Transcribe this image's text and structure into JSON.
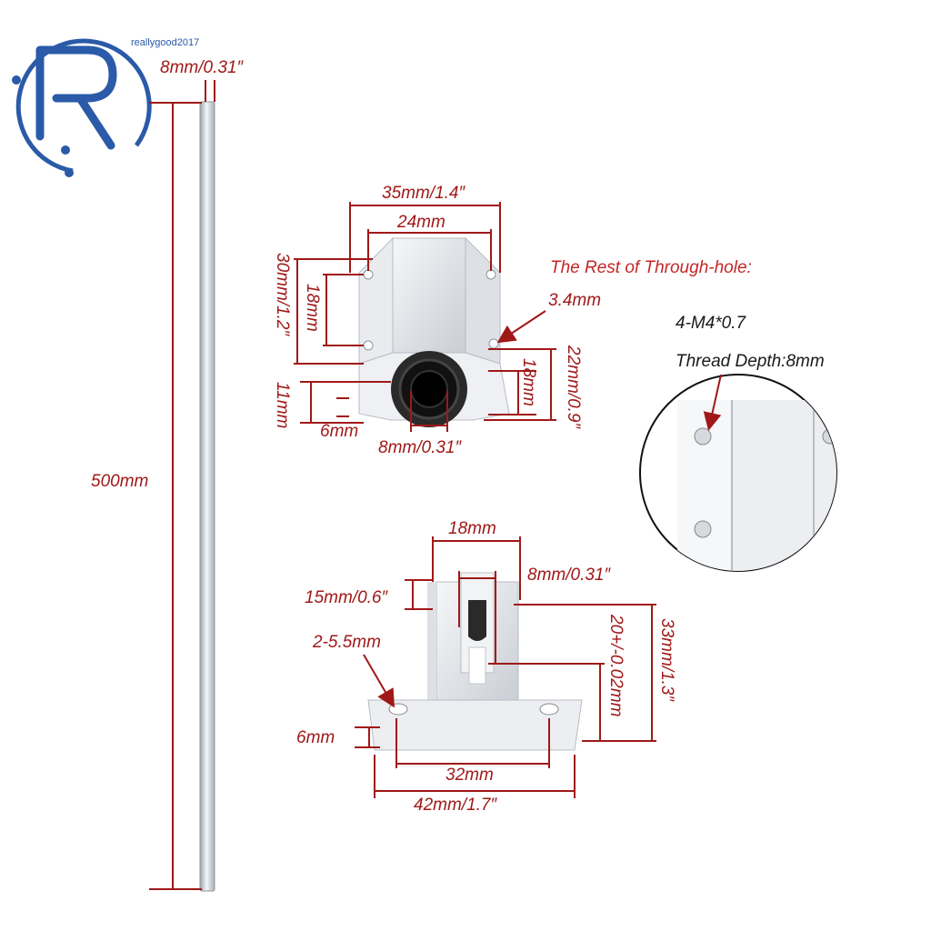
{
  "brand": {
    "text": "reallygood2017",
    "color": "#2a5aa8"
  },
  "colors": {
    "dimension": "#a01818",
    "note": "#c42626",
    "aluminum": "#e6e9ee",
    "aluminum_shade": "#c8ccd3",
    "bearing": "#1a1a1a"
  },
  "rod": {
    "diameter": "8mm/0.31″",
    "length": "500mm"
  },
  "slide_block": {
    "total_width": "35mm/1.4″",
    "hole_spacing_width": "24mm",
    "total_height": "30mm/1.2″",
    "hole_spacing_height": "18mm",
    "axis_height": "11mm",
    "base_offset": "6mm",
    "bore": "8mm/0.31″",
    "side_length": "22mm/0.9″",
    "side_hole_spacing": "18mm",
    "hole_size": "3.4mm"
  },
  "through_hole_note": {
    "title": "The Rest of Through-hole:",
    "thread": "4-M4*0.7",
    "depth": "Thread Depth:8mm"
  },
  "support": {
    "top_width": "18mm",
    "slot_width": "8mm/0.31″",
    "slot_depth": "15mm/0.6″",
    "mount_holes": "2-5.5mm",
    "axis_height": "20+/-0.02mm",
    "total_height": "33mm/1.3″",
    "base_thickness": "6mm",
    "hole_spacing": "32mm",
    "base_width": "42mm/1.7″"
  }
}
